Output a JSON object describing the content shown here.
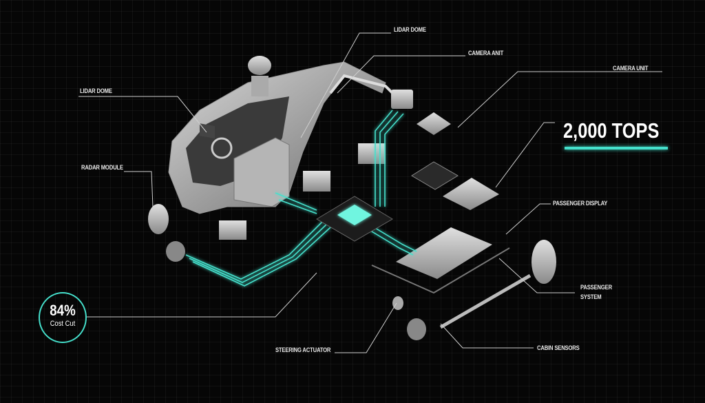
{
  "labels": {
    "lidar_dome_top": "LIDAR DOME",
    "camera_anit": "CAMERA ANIT",
    "camera_unit": "CAMERA UNIT",
    "lidar_dome_left": "LIDAR DOME",
    "radar_module": "RADAR MODULE",
    "passenger_display": "PASSENGER DISPLAY",
    "passenger_system_1": "PASSENGER",
    "passenger_system_2": "SYSTEM",
    "steering_actuator": "STEERING ACTUATOR",
    "cabin_sensors": "CABIN SENSORS"
  },
  "stats": {
    "compute": "2,000 TOPS",
    "cost_percent": "84%",
    "cost_label": "Cost Cut"
  },
  "colors": {
    "accent": "#45e0cc",
    "background": "#060606",
    "line": "#cfcfcf"
  }
}
